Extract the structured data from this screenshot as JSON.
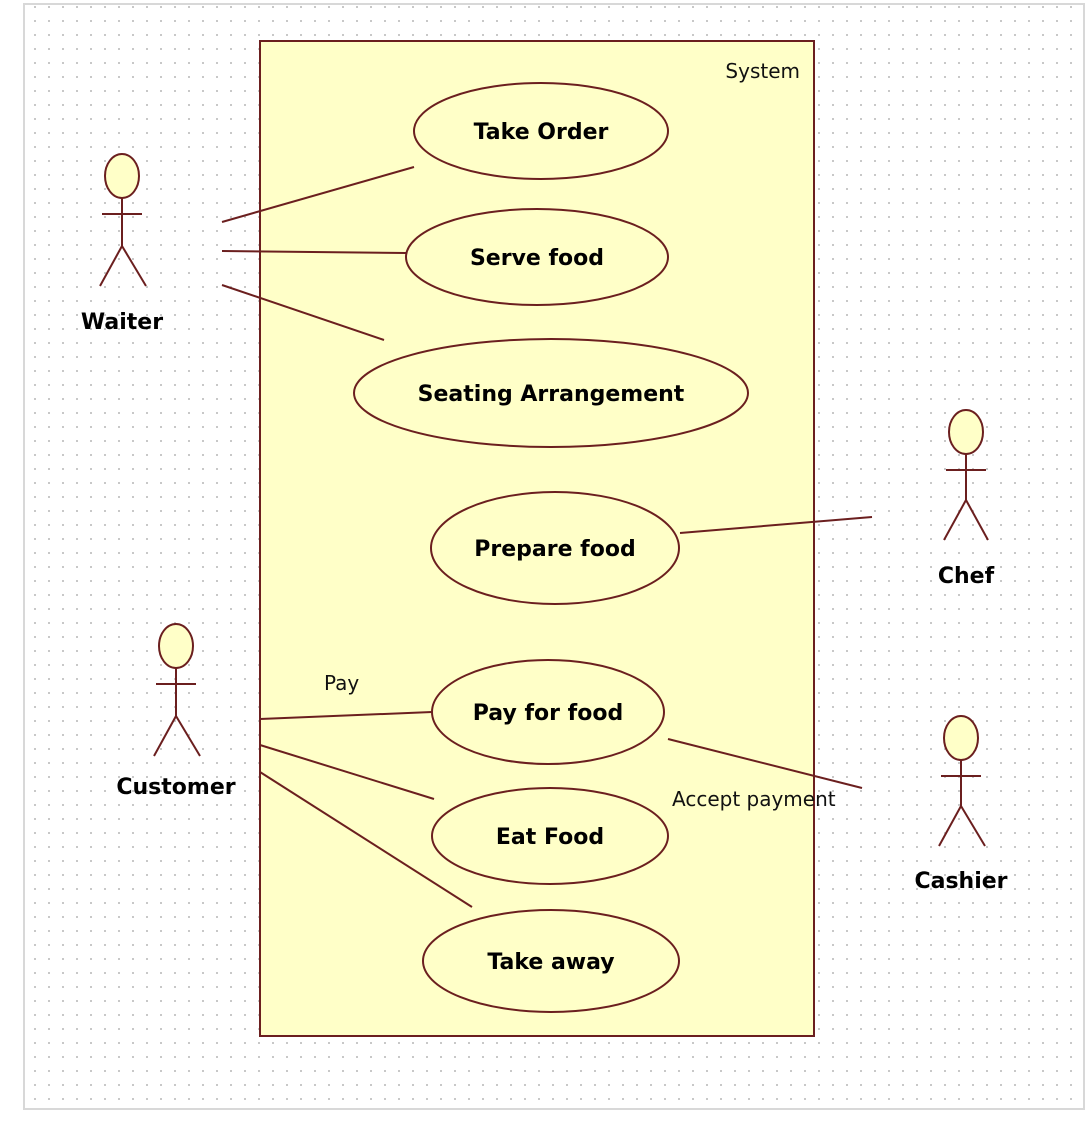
{
  "diagram": {
    "type": "uml-use-case",
    "colors": {
      "canvas_background": "#ffffff",
      "grid_dot": "#c8c8c8",
      "system_fill": "#ffffc8",
      "element_stroke": "#6b1f1f",
      "actor_head_fill": "#ffffc8",
      "text": "#000000"
    },
    "system": {
      "label": "System"
    },
    "use_cases": [
      {
        "id": "take-order",
        "label": "Take Order"
      },
      {
        "id": "serve-food",
        "label": "Serve food"
      },
      {
        "id": "seating-arrangement",
        "label": "Seating Arrangement"
      },
      {
        "id": "prepare-food",
        "label": "Prepare food"
      },
      {
        "id": "pay-for-food",
        "label": "Pay for food"
      },
      {
        "id": "eat-food",
        "label": "Eat Food"
      },
      {
        "id": "take-away",
        "label": "Take away"
      }
    ],
    "actors": [
      {
        "id": "waiter",
        "label": "Waiter"
      },
      {
        "id": "chef",
        "label": "Chef"
      },
      {
        "id": "customer",
        "label": "Customer"
      },
      {
        "id": "cashier",
        "label": "Cashier"
      }
    ],
    "associations": [
      {
        "from": "waiter",
        "to": "take-order",
        "label": ""
      },
      {
        "from": "waiter",
        "to": "serve-food",
        "label": ""
      },
      {
        "from": "waiter",
        "to": "seating-arrangement",
        "label": ""
      },
      {
        "from": "chef",
        "to": "prepare-food",
        "label": ""
      },
      {
        "from": "customer",
        "to": "pay-for-food",
        "label": "Pay"
      },
      {
        "from": "customer",
        "to": "eat-food",
        "label": ""
      },
      {
        "from": "customer",
        "to": "take-away",
        "label": ""
      },
      {
        "from": "cashier",
        "to": "pay-for-food",
        "label": "Accept payment"
      }
    ]
  }
}
